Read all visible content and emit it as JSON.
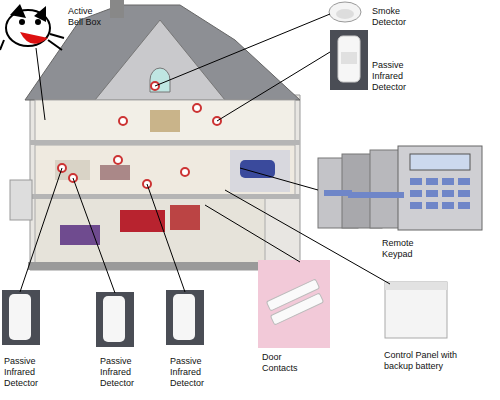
{
  "diagram": {
    "labels": [
      "Active Bell Box",
      "Smoke Detector",
      "Passive Infrared Detector",
      "Remote Keypad",
      "Passive Infrared Detector",
      "Passive Infrared Detector",
      "Passive Infrared Detector",
      "Door Contacts",
      "Control Panel with backup battery"
    ]
  }
}
